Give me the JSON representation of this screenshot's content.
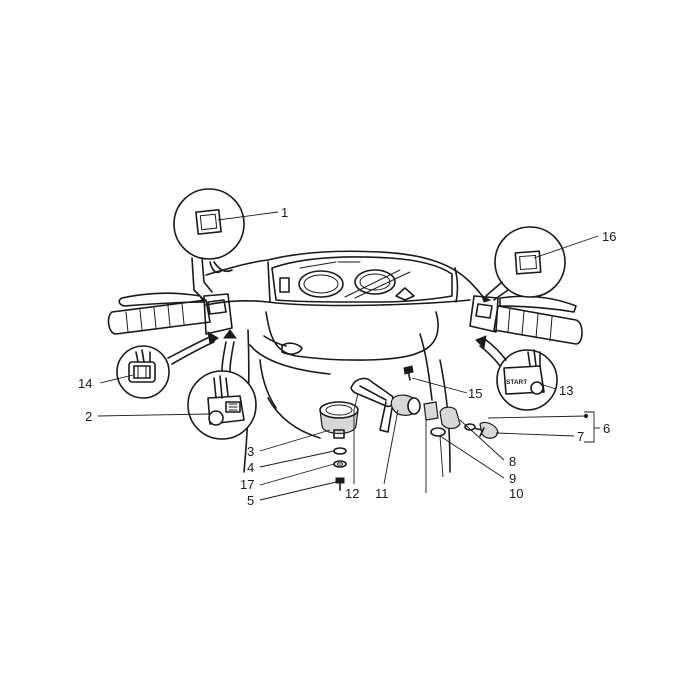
{
  "diagram": {
    "callouts": [
      "1",
      "2",
      "3",
      "4",
      "5",
      "6",
      "7",
      "8",
      "9",
      "10",
      "11",
      "12",
      "13",
      "14",
      "15",
      "16",
      "17"
    ],
    "start_button_text": "START"
  }
}
